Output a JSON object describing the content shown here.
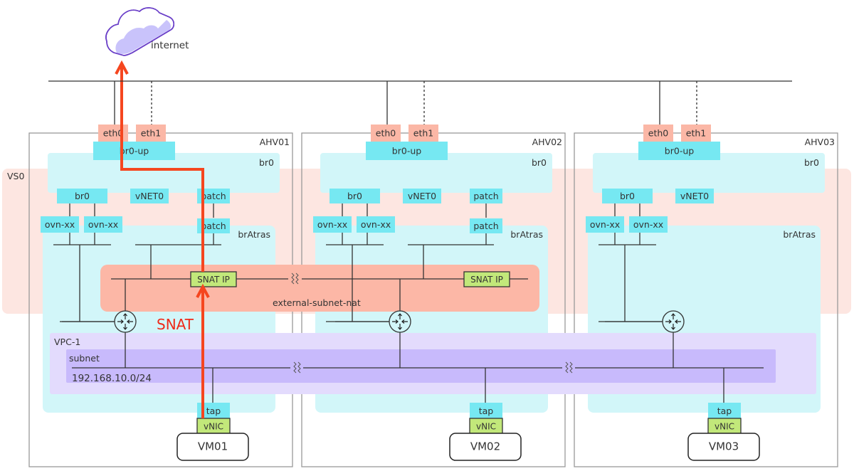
{
  "colors": {
    "vs0": "#fde6e1",
    "bridge": "#d2f6f9",
    "port": "#76e8f2",
    "eth": "#fbb7a6",
    "nat_band": "#fcb7a6",
    "vpc": "#e3dbfd",
    "subnet": "#c8bafc",
    "green": "#c2e87a",
    "path": "#f5461f",
    "snat_text": "#ee2a1a",
    "cloud_fill": "#c9c3fb",
    "cloud_stroke": "#6a3fc8",
    "line": "#333333",
    "host_border": "#999999"
  },
  "internet": {
    "label": "internet",
    "icon": "cloud-icon"
  },
  "vs0": {
    "label": "VS0"
  },
  "external_network": {
    "label": "external-subnet-nat"
  },
  "snat": {
    "label": "SNAT"
  },
  "vpc": {
    "label": "VPC-1",
    "subnet_label": "subnet",
    "cidr": "192.168.10.0/24"
  },
  "router_icon": "router-icon",
  "hosts": [
    {
      "name": "AHV01",
      "nics": [
        "eth0",
        "eth1"
      ],
      "uplink": "br0-up",
      "br0": "br0",
      "ports": [
        "br0",
        "vNET0",
        "patch"
      ],
      "ovn": [
        "ovn-xx",
        "ovn-xx"
      ],
      "atras_patch": "patch",
      "bratras": "brAtras",
      "snat_ip": "SNAT IP",
      "tap": "tap",
      "vnic": "vNIC",
      "vm": "VM01"
    },
    {
      "name": "AHV02",
      "nics": [
        "eth0",
        "eth1"
      ],
      "uplink": "br0-up",
      "br0": "br0",
      "ports": [
        "br0",
        "vNET0",
        "patch"
      ],
      "ovn": [
        "ovn-xx",
        "ovn-xx"
      ],
      "atras_patch": "patch",
      "bratras": "brAtras",
      "snat_ip": "SNAT IP",
      "tap": "tap",
      "vnic": "vNIC",
      "vm": "VM02"
    },
    {
      "name": "AHV03",
      "nics": [
        "eth0",
        "eth1"
      ],
      "uplink": "br0-up",
      "br0": "br0",
      "ports": [
        "br0",
        "vNET0"
      ],
      "ovn": [
        "ovn-xx",
        "ovn-xx"
      ],
      "bratras": "brAtras",
      "tap": "tap",
      "vnic": "vNIC",
      "vm": "VM03"
    }
  ]
}
